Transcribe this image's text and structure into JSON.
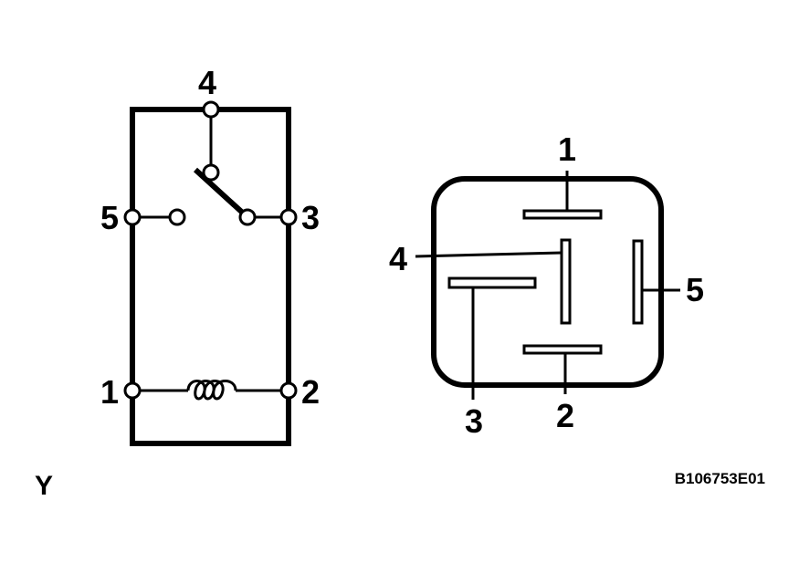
{
  "schematic": {
    "pins": {
      "p1": "1",
      "p2": "2",
      "p3": "3",
      "p4": "4",
      "p5": "5"
    }
  },
  "connector": {
    "pins": {
      "p1": "1",
      "p2": "2",
      "p3": "3",
      "p4": "4",
      "p5": "5"
    }
  },
  "view_letter": "Y",
  "figure_code": "B106753E01"
}
